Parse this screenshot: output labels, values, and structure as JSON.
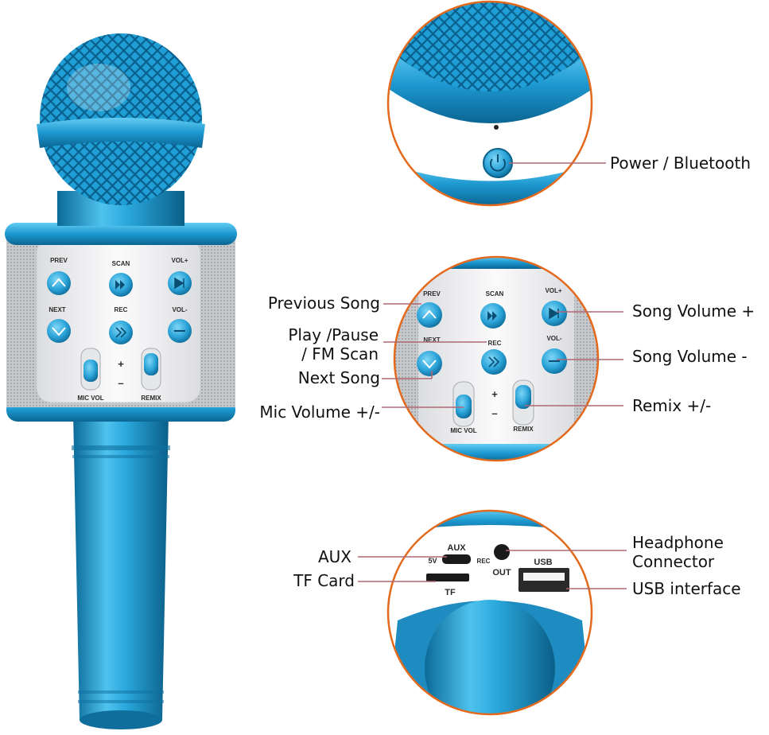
{
  "product": {
    "button_labels": {
      "prev": "PREV",
      "scan": "SCAN",
      "vol_up": "VOL+",
      "next": "NEXT",
      "rec": "REC",
      "vol_down": "VOL-",
      "plus": "+",
      "minus": "–",
      "mic_vol": "MIC VOL",
      "remix": "REMIX"
    },
    "port_labels": {
      "aux": "AUX",
      "five_v": "5V",
      "rec": "REC",
      "out": "OUT",
      "tf": "TF",
      "usb": "USB"
    }
  },
  "callouts": {
    "power_bluetooth": "Power / Bluetooth",
    "previous_song": "Previous Song",
    "play_pause_line1": "Play /Pause",
    "play_pause_line2": "/ FM Scan",
    "next_song": "Next Song",
    "mic_volume": "Mic Volume +/-",
    "song_volume_up": "Song Volume +",
    "song_volume_down": "Song Volume -",
    "remix": "Remix +/-",
    "aux": "AUX",
    "tf_card": "TF Card",
    "headphone_line1": "Headphone",
    "headphone_line2": "Connector",
    "usb_interface": "USB interface"
  },
  "colors": {
    "accent_blue": "#27a9dc",
    "dark_blue": "#0d6f9e",
    "leader_line": "#b06874",
    "panel_white": "#f2f2f4",
    "speaker_grey": "#b9bcc0"
  }
}
